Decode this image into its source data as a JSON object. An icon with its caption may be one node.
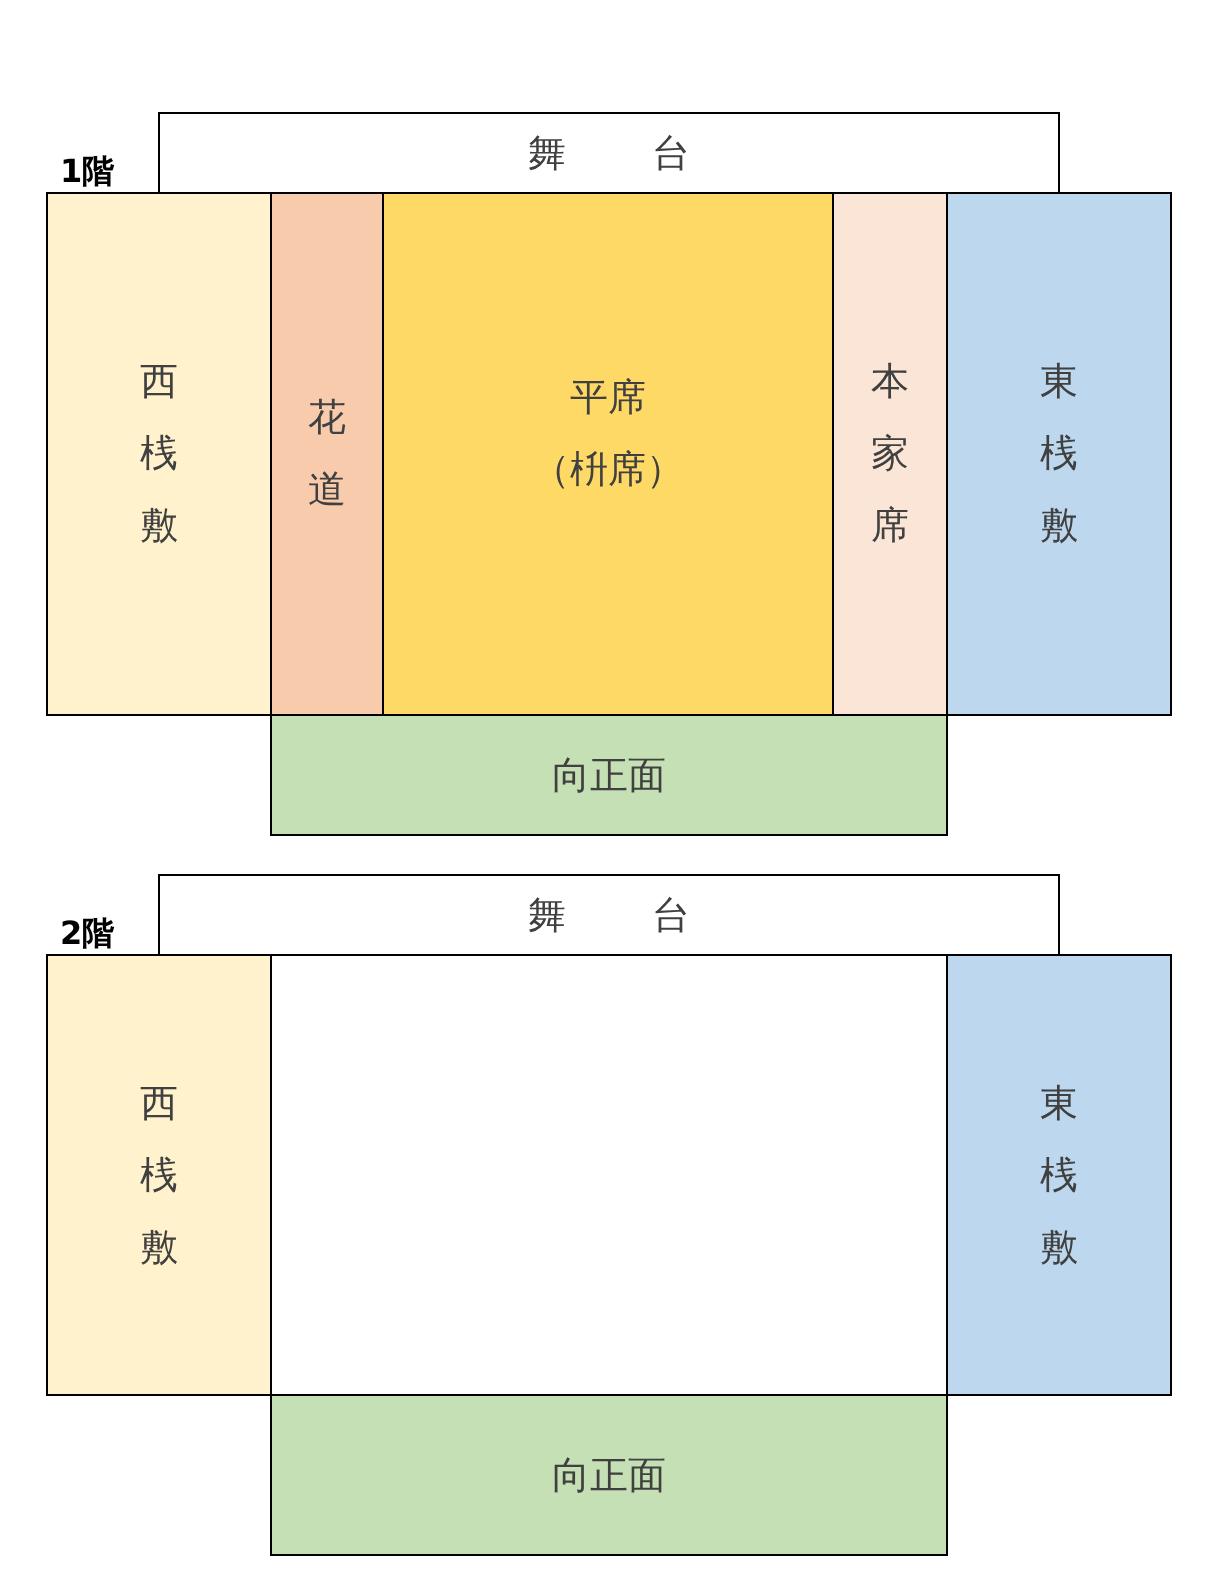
{
  "diagram": {
    "nodes": [
      {
        "text": [
          "舞　台"
        ]
      },
      {
        "text": [
          "西桟敷"
        ]
      },
      {
        "text": [
          "花道"
        ]
      },
      {
        "text": [
          "平席",
          "（枡席）"
        ]
      },
      {
        "text": [
          "本家席"
        ]
      },
      {
        "text": [
          "東桟敷"
        ]
      },
      {
        "text": [
          "向正面"
        ]
      },
      {
        "text": [
          "舞　台"
        ]
      },
      {
        "text": [
          "西桟敷"
        ]
      },
      {
        "text": [
          "東桟敷"
        ]
      },
      {
        "text": [
          "向正面"
        ]
      }
    ],
    "labels": [
      "1階",
      "2階"
    ]
  }
}
